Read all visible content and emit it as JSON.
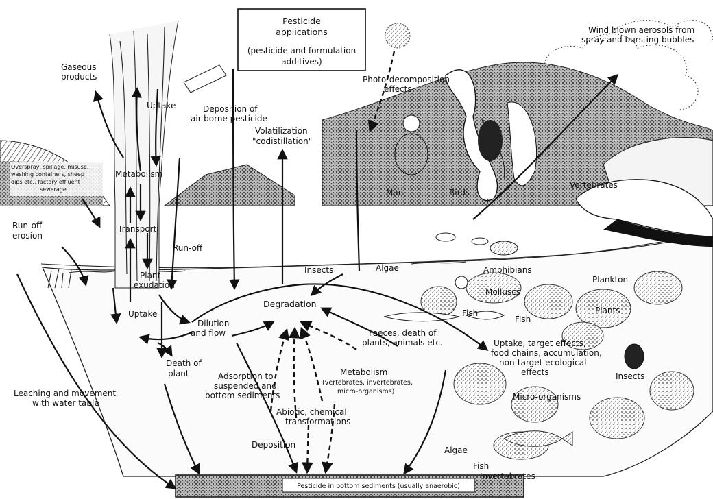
{
  "diagram": {
    "box_title_line1": "Pesticide",
    "box_title_line2": "applications",
    "box_sub_line1": "(pesticide and formulation",
    "box_sub_line2": "additives)",
    "gaseous_line1": "Gaseous",
    "gaseous_line2": "products",
    "uptake_top": "Uptake",
    "deposition_air_line1": "Deposition of",
    "deposition_air_line2": "air-borne pesticide",
    "volatil_line1": "Volatilization",
    "volatil_line2": "\"codistillation\"",
    "photo_line1": "Photo-decomposition",
    "photo_line2": "effects",
    "wind_line1": "Wind blown aerosols from",
    "wind_line2": "spray and bursting bubbles",
    "overspray_line1": "Overspray, spillage, misuse,",
    "overspray_line2": "washing containers, sheep",
    "overspray_line3": "dips etc., factory effluent",
    "overspray_line4": "sewerage",
    "metabolism_plant": "Metabolism",
    "transport": "Transport",
    "runoff_erosion_line1": "Run-off",
    "runoff_erosion_line2": "erosion",
    "runoff": "Run-off",
    "plant_exudation_line1": "Plant",
    "plant_exudation_line2": "exudation",
    "uptake_mid": "Uptake",
    "insects_surface": "Insects",
    "algae_surface": "Algae",
    "man": "Man",
    "birds": "Birds",
    "vertebrates": "Vertebrates",
    "amphibians": "Amphibians",
    "plankton": "Plankton",
    "molluscs": "Molluscs",
    "fish1": "Fish",
    "fish2": "Fish",
    "plants": "Plants",
    "degradation": "Degradation",
    "dilution_line1": "Dilution",
    "dilution_line2": "and flow",
    "faeces_line1": "Faeces, death of",
    "faeces_line2": "plants, animals etc.",
    "uptake_effects_line1": "Uptake, target effects,",
    "uptake_effects_line2": "food chains, accumulation,",
    "uptake_effects_line3": "non-target ecological",
    "uptake_effects_line4": "effects",
    "insects_water": "Insects",
    "death_plant_line1": "Death of",
    "death_plant_line2": "plant",
    "adsorption_line1": "Adsorption to",
    "adsorption_line2": "suspended and",
    "adsorption_line3": "bottom sediments",
    "metabolism_water_line1": "Metabolism",
    "metabolism_water_line2": "(vertebrates, invertebrates,",
    "metabolism_water_line3": "micro-organisms)",
    "leaching_line1": "Leaching and movement",
    "leaching_line2": "with water table",
    "abiotic_line1": "Abiotic, chemical",
    "abiotic_line2": "transformations",
    "micro_organisms": "Micro-organisms",
    "deposition_bottom": "Deposition",
    "algae_bottom": "Algae",
    "fish_bottom": "Fish",
    "invertebrates_bottom": "Invertebrates",
    "sediment_label": "Pesticide in bottom sediments (usually anaerobic)"
  }
}
